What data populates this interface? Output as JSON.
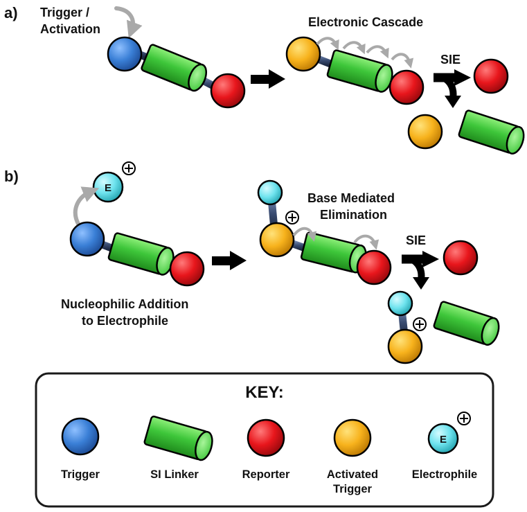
{
  "panel_a": {
    "label": "a)",
    "trigger_label_line1": "Trigger /",
    "trigger_label_line2": "Activation",
    "cascade_label": "Electronic Cascade",
    "sie_label": "SIE"
  },
  "panel_b": {
    "label": "b)",
    "electrophile_letter": "E",
    "base_label_line1": "Base Mediated",
    "base_label_line2": "Elimination",
    "nucleophilic_label_line1": "Nucleophilic Addition",
    "nucleophilic_label_line2": "to Electrophile",
    "sie_label": "SIE"
  },
  "key": {
    "title": "KEY:",
    "items": [
      {
        "label_line1": "Trigger",
        "label_line2": ""
      },
      {
        "label_line1": "SI Linker",
        "label_line2": ""
      },
      {
        "label_line1": "Reporter",
        "label_line2": ""
      },
      {
        "label_line1": "Activated",
        "label_line2": "Trigger"
      },
      {
        "label_line1": "Electrophile",
        "label_line2": ""
      }
    ],
    "electrophile_letter": "E"
  },
  "colors": {
    "trigger": "#3a7fd6",
    "linker": "#3ec63a",
    "reporter": "#e8161c",
    "activated_trigger": "#f7b21c",
    "electrophile": "#6ee3ee",
    "rod": "#3a4d72",
    "curved_arrow": "#a9a9a9"
  }
}
